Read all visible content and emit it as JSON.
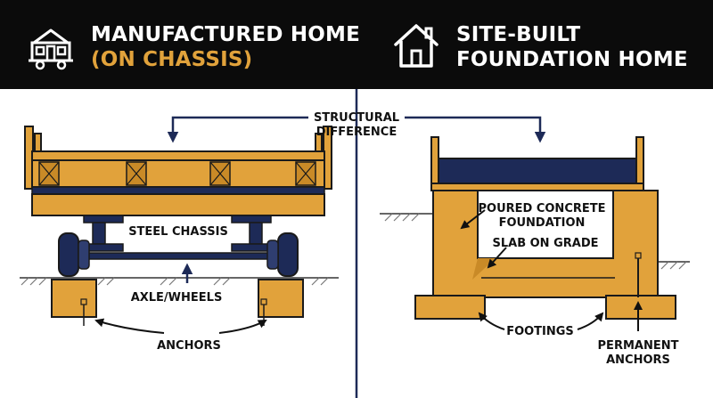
{
  "header": {
    "left": {
      "title_line1": "MANUFACTURED HOME",
      "title_line2": "(ON CHASSIS)",
      "icon": "mobile-home-icon"
    },
    "right": {
      "title_line1": "SITE-BUILT",
      "title_line2": "FOUNDATION HOME",
      "icon": "house-icon"
    }
  },
  "center_label": {
    "line1": "STRUCTURAL",
    "line2": "DIFFERENCE"
  },
  "left_labels": {
    "steel_chassis": "STEEL CHASSIS",
    "axle_wheels": "AXLE/WHEELS",
    "anchors": "ANCHORS"
  },
  "right_labels": {
    "foundation_line1": "POURED CONCRETE",
    "foundation_line2": "FOUNDATION",
    "slab": "SLAB ON GRADE",
    "footings": "FOOTINGS",
    "permanent_line1": "PERMANENT",
    "permanent_line2": "ANCHORS"
  },
  "colors": {
    "header_bg": "#0b0b0b",
    "accent": "#e1a23b",
    "wood": "#e1a23b",
    "navy": "#1d2a57",
    "outline": "#1a1a1a"
  }
}
